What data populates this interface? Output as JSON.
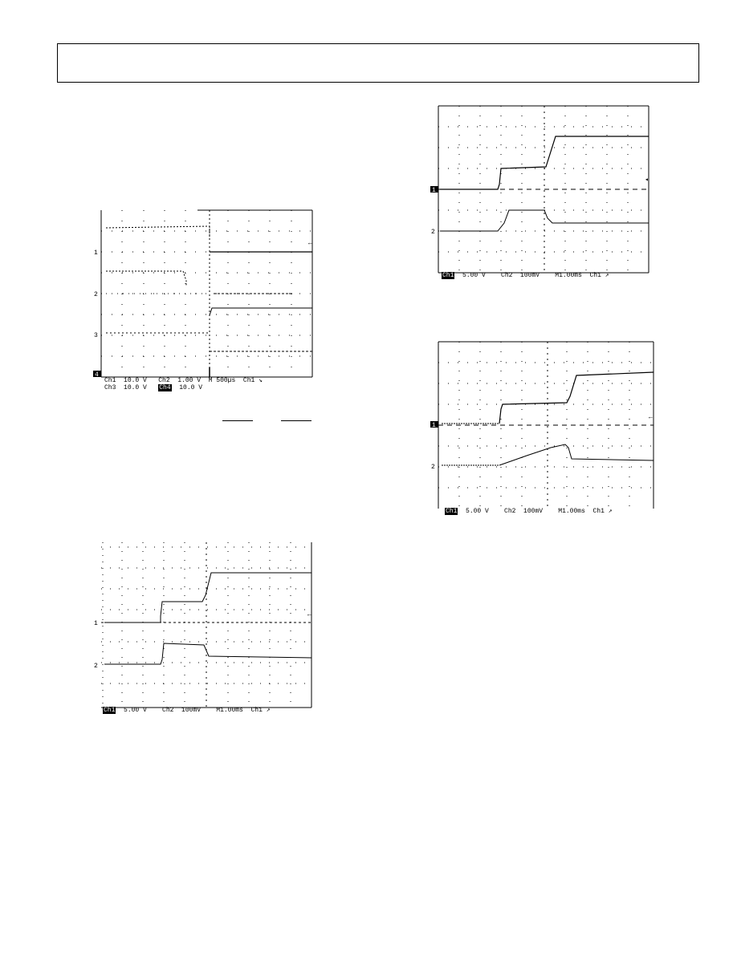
{
  "page": {
    "header_box": ""
  },
  "scopes": [
    {
      "id": "scope-1",
      "channel_labels": [
        "1",
        "2",
        "3",
        "4"
      ],
      "settings_row1": [
        "Ch1",
        "10.0 V",
        "Ch2",
        "1.00 V",
        "M 500µs",
        "Ch1 ↘"
      ],
      "settings_row2": [
        "Ch3",
        "10.0 V",
        "Ch4",
        "10.0 V"
      ]
    },
    {
      "id": "scope-2",
      "channel_labels": [
        "1",
        "2"
      ],
      "settings_row1": [
        "Ch1",
        "5.00 V",
        "Ch2",
        "100mV",
        "M1.00ms",
        "Ch1 ↗"
      ]
    },
    {
      "id": "scope-3",
      "channel_labels": [
        "1",
        "2"
      ],
      "settings_row1": [
        "Ch1",
        "5.00 V",
        "Ch2",
        "100mV",
        "M1.00ms",
        "Ch1 ↗"
      ]
    },
    {
      "id": "scope-4",
      "channel_labels": [
        "1",
        "2"
      ],
      "settings_row1": [
        "Ch1",
        "5.00 V",
        "Ch2",
        "100mV",
        "M1.00ms",
        "Ch1 ↗"
      ]
    }
  ]
}
